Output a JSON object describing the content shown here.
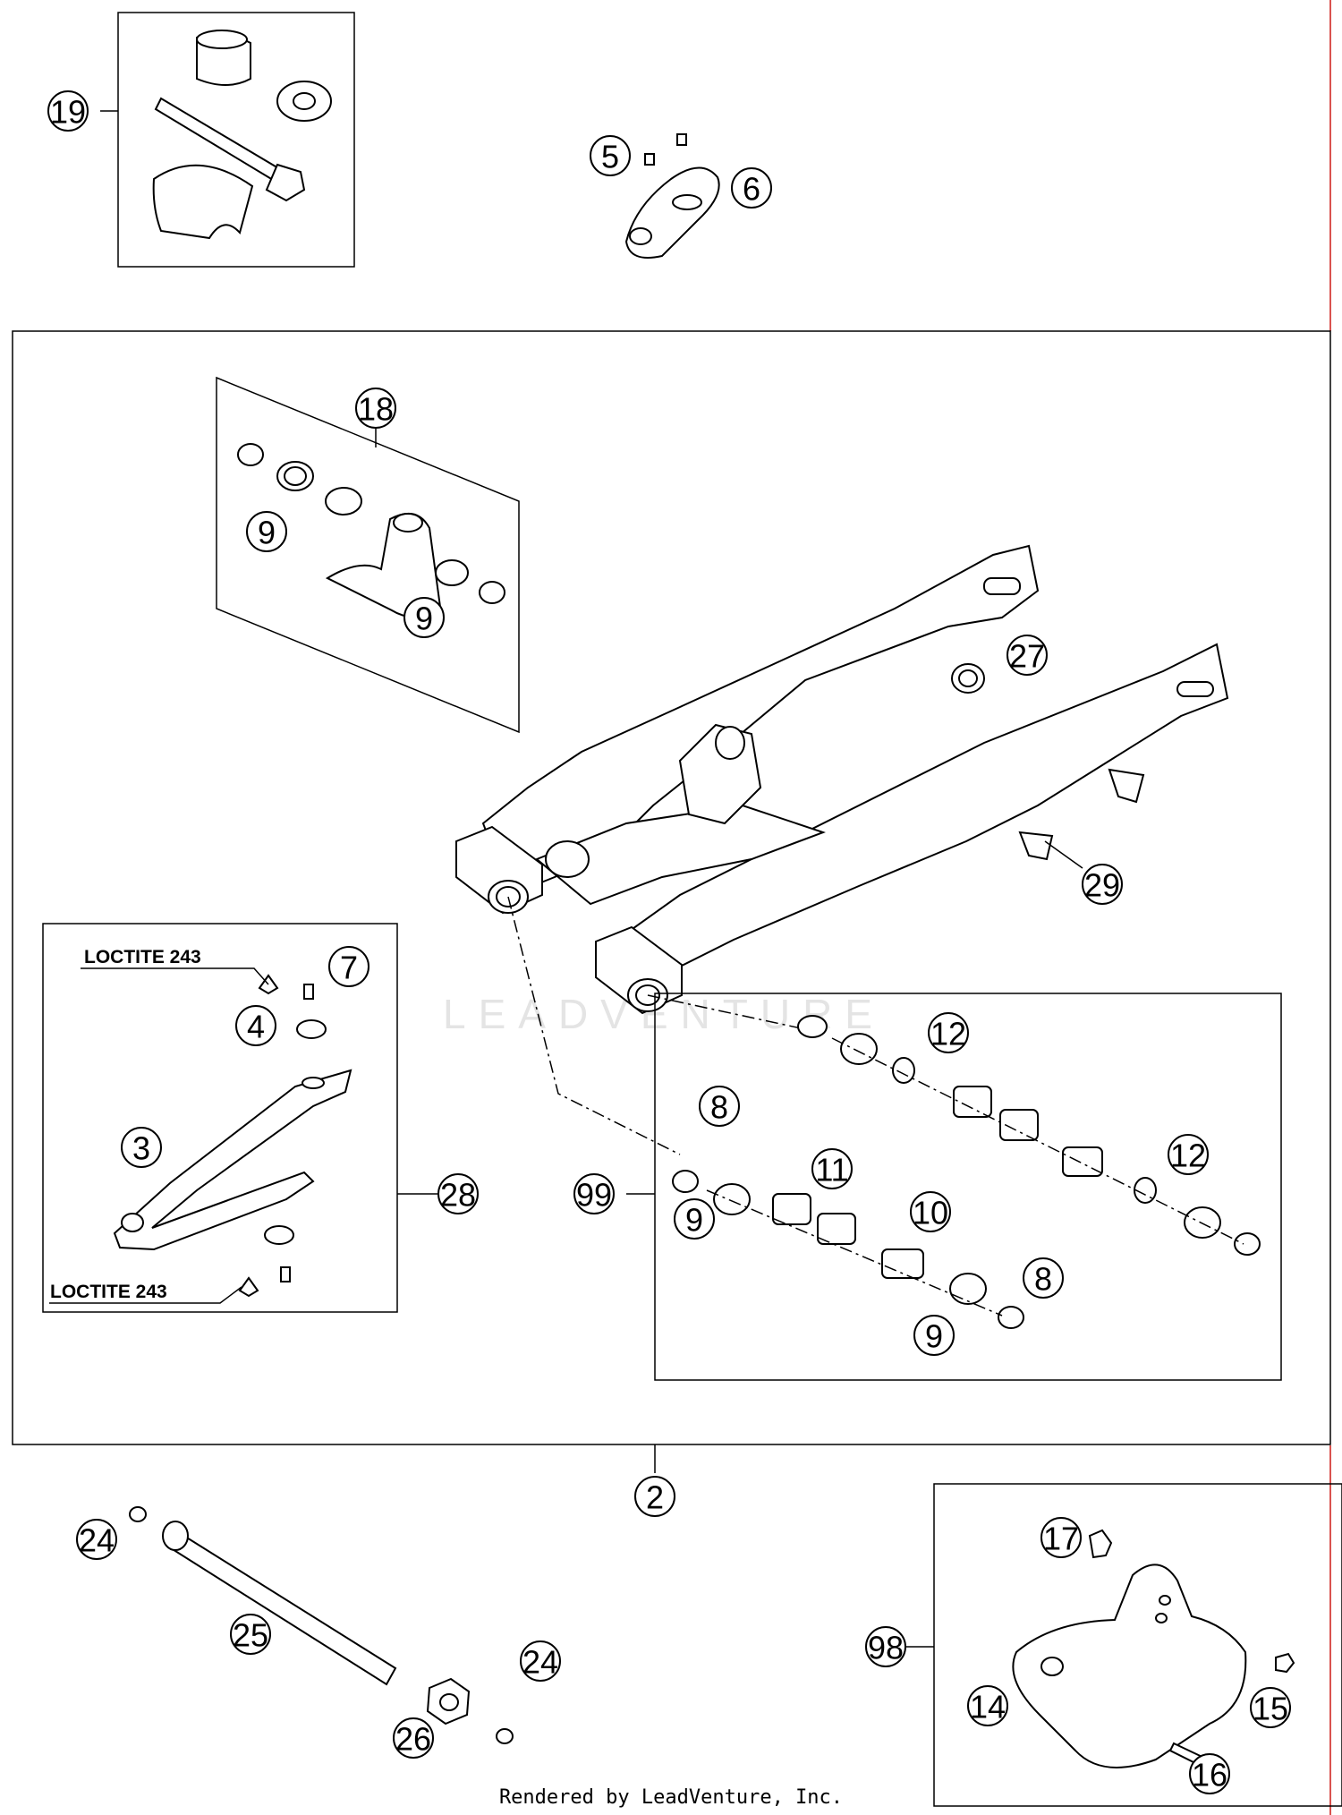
{
  "diagram": {
    "callouts": {
      "c19": "19",
      "c5": "5",
      "c6": "6",
      "c18": "18",
      "c9a": "9",
      "c9b": "9",
      "c27": "27",
      "c29": "29",
      "c7": "7",
      "c4": "4",
      "c3": "3",
      "c28": "28",
      "c12a": "12",
      "c8a": "8",
      "c11": "11",
      "c99": "99",
      "c9c": "9",
      "c10": "10",
      "c12b": "12",
      "c8b": "8",
      "c9d": "9",
      "c2": "2",
      "c24a": "24",
      "c25": "25",
      "c24b": "24",
      "c26": "26",
      "c17": "17",
      "c98": "98",
      "c14": "14",
      "c15": "15",
      "c16": "16"
    },
    "notes": {
      "loctite_top": "LOCTITE 243",
      "loctite_bottom": "LOCTITE 243"
    },
    "watermark": "LEADVENTURE",
    "footer": "Rendered by LeadVenture, Inc."
  }
}
